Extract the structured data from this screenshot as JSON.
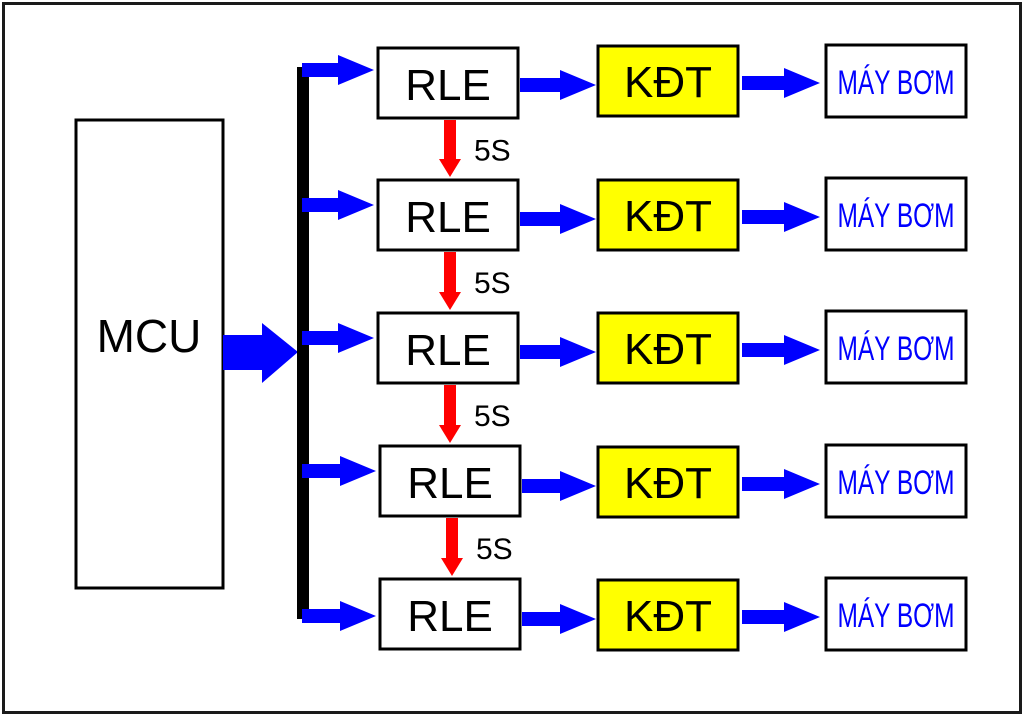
{
  "diagram": {
    "controller": {
      "label": "MCU"
    },
    "delay_label": "5S",
    "colors": {
      "arrow_blue": "#0000ff",
      "delay_red": "#ff0000",
      "contactor_fill": "#ffff00",
      "pump_text": "#0000ff",
      "stroke": "#000000"
    },
    "rows": [
      {
        "relay": "RLE",
        "contactor": "KĐT",
        "pump": "MÁY BƠM"
      },
      {
        "relay": "RLE",
        "contactor": "KĐT",
        "pump": "MÁY BƠM"
      },
      {
        "relay": "RLE",
        "contactor": "KĐT",
        "pump": "MÁY BƠM"
      },
      {
        "relay": "RLE",
        "contactor": "KĐT",
        "pump": "MÁY BƠM"
      },
      {
        "relay": "RLE",
        "contactor": "KĐT",
        "pump": "MÁY BƠM"
      }
    ],
    "delays": [
      "5S",
      "5S",
      "5S",
      "5S"
    ]
  }
}
